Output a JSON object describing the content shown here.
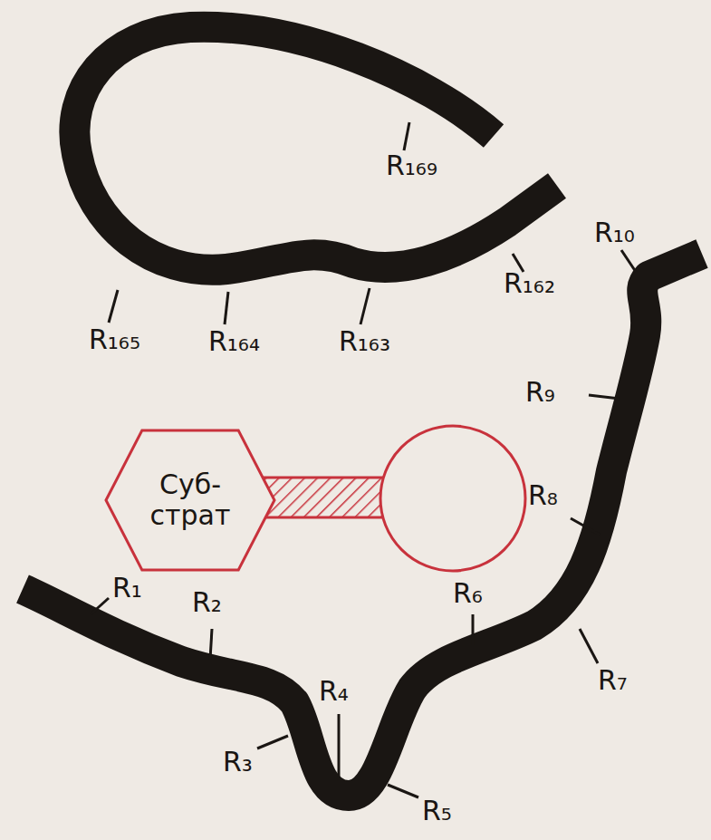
{
  "diagram": {
    "nodes": [
      {
        "text": [
          "Суб- страт"
        ]
      }
    ],
    "labels": [
      "R₁₆₉",
      "R₁₀",
      "R₁₆₂",
      "R₁₆₅",
      "R₁₆₄",
      "R₁₆₃",
      "R₉",
      "R₈",
      "R₁",
      "R₂",
      "R₆",
      "R₄",
      "R₇",
      "R₃",
      "R₅"
    ]
  }
}
